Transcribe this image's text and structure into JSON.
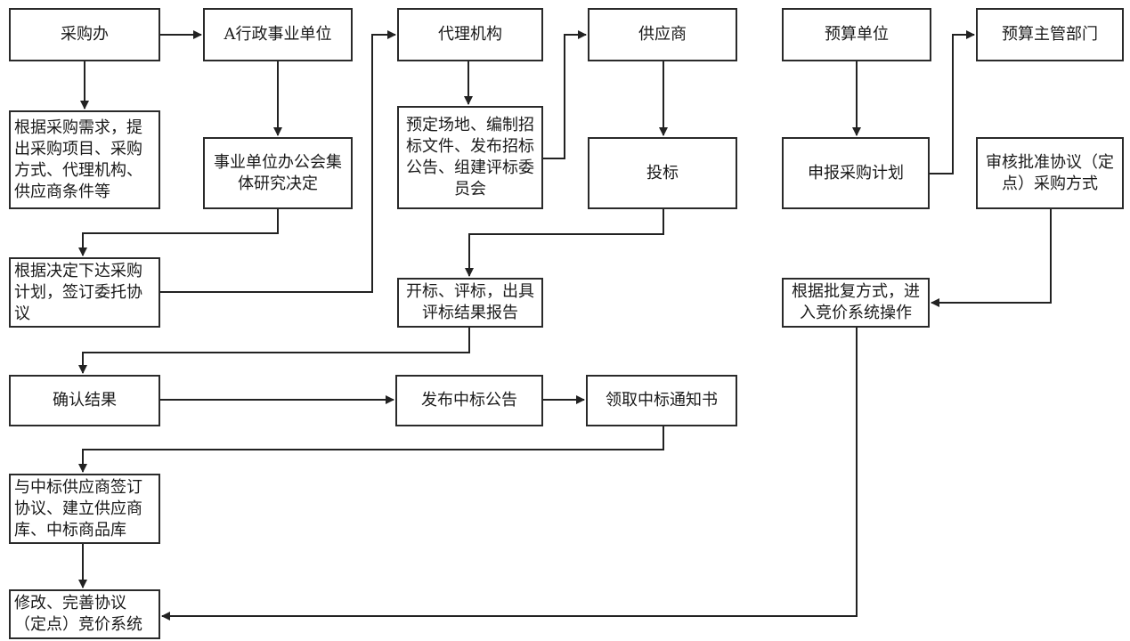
{
  "diagram": {
    "nodes": {
      "caigouban": "采购办",
      "a_xingzheng": "A行政事业单位",
      "daili": "代理机构",
      "gongyingshang": "供应商",
      "yusuan_danwei": "预算单位",
      "yusuan_zhuguan": "预算主管部门",
      "genju_xuqiu": "根据采购需求，提出采购项目、采购方式、代理机构、供应商条件等",
      "jiti_yanjiu": "事业单位办公会集体研究决定",
      "yuding_changdi": "预定场地、编制招标文件、发布招标公告、组建评标委员会",
      "toubiao": "投标",
      "shenbao_jihua": "申报采购计划",
      "shenhe_pizhun": "审核批准协议（定点）采购方式",
      "xiada_jihua": "根据决定下达采购计划，签订委托协议",
      "kaibiao": "开标、评标，出具评标结果报告",
      "jingjia_caozuo": "根据批复方式，进入竞价系统操作",
      "queren_jieguo": "确认结果",
      "fabu_zhongbiao": "发布中标公告",
      "lingqu_tongzhi": "领取中标通知书",
      "qianding_xieyi": "与中标供应商签订协议、建立供应商库、中标商品库",
      "xiugai_wanshan": "修改、完善协议（定点）竞价系统"
    }
  }
}
